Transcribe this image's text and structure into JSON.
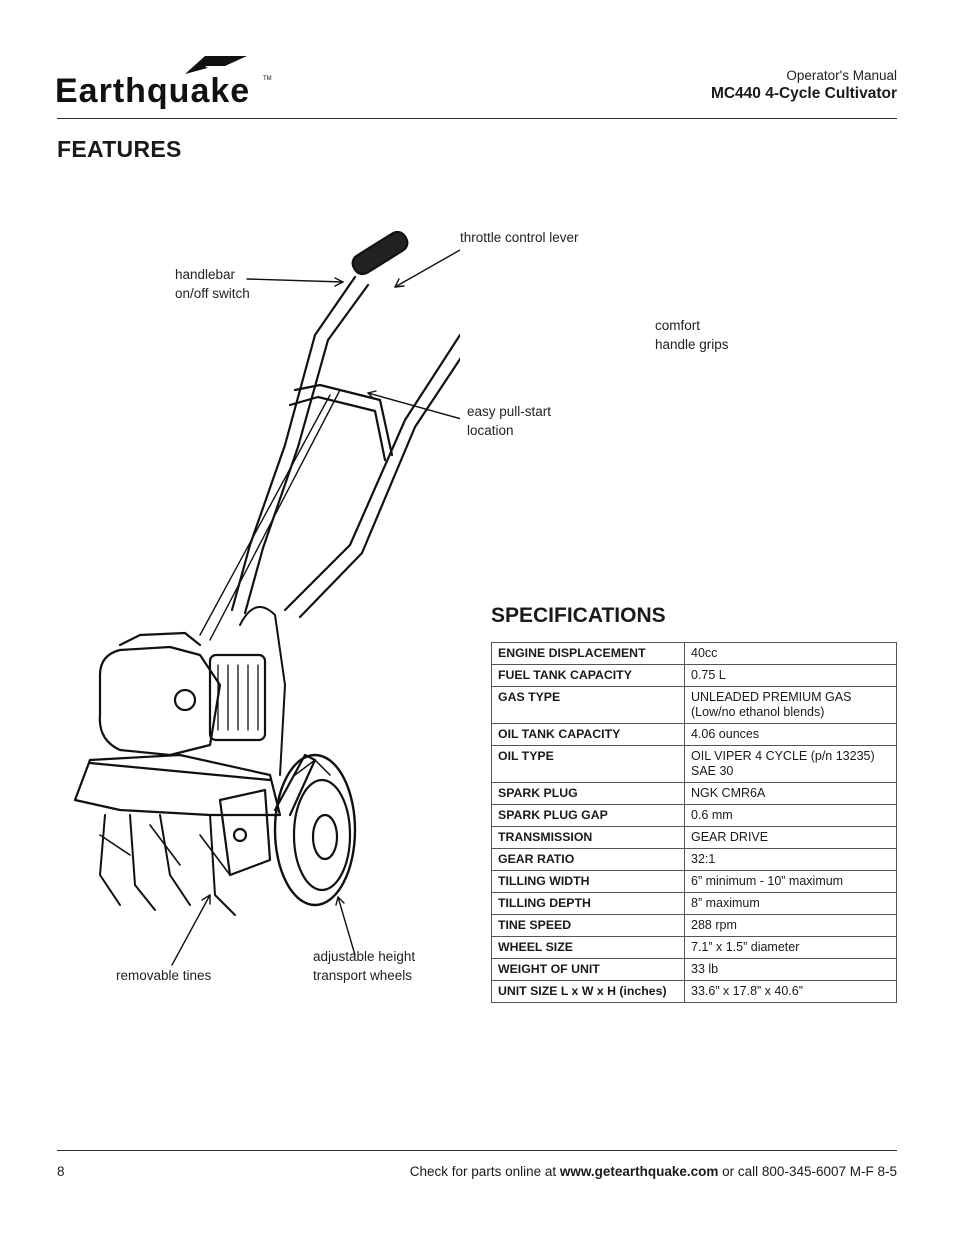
{
  "header": {
    "brand": "Earthquake",
    "trademark": "TM",
    "manual_label": "Operator's Manual",
    "product_title": "MC440 4-Cycle Cultivator"
  },
  "features": {
    "title": "FEATURES",
    "callouts": {
      "throttle": "throttle control lever",
      "handlebar_line1": "handlebar",
      "handlebar_line2": "on/off switch",
      "grips_line1": "comfort",
      "grips_line2": "handle grips",
      "pullstart_line1": "easy pull-start",
      "pullstart_line2": "location",
      "wheels_line1": "adjustable height",
      "wheels_line2": "transport wheels",
      "tines": "removable tines"
    }
  },
  "specifications": {
    "title": "SPECIFICATIONS",
    "rows": [
      {
        "k": "ENGINE DISPLACEMENT",
        "v1": "40cc",
        "v2": ""
      },
      {
        "k": "FUEL TANK CAPACITY",
        "v1": "0.75 L",
        "v2": ""
      },
      {
        "k": "GAS TYPE",
        "v1": "UNLEADED PREMIUM GAS",
        "v2": "(Low/no ethanol blends)"
      },
      {
        "k": "OIL TANK CAPACITY",
        "v1": "4.06 ounces",
        "v2": ""
      },
      {
        "k": "OIL TYPE",
        "v1": "OIL VIPER 4 CYCLE  (p/n 13235)",
        "v2": "SAE 30"
      },
      {
        "k": "SPARK PLUG",
        "v1": "NGK CMR6A",
        "v2": ""
      },
      {
        "k": "SPARK PLUG GAP",
        "v1": "0.6 mm",
        "v2": ""
      },
      {
        "k": "TRANSMISSION",
        "v1": "GEAR DRIVE",
        "v2": ""
      },
      {
        "k": "GEAR RATIO",
        "v1": "32:1",
        "v2": ""
      },
      {
        "k": "TILLING WIDTH",
        "v1": "6” minimum - 10” maximum",
        "v2": ""
      },
      {
        "k": "TILLING DEPTH",
        "v1": "8” maximum",
        "v2": ""
      },
      {
        "k": "TINE SPEED",
        "v1": "288 rpm",
        "v2": ""
      },
      {
        "k": "WHEEL SIZE",
        "v1": "7.1” x 1.5”  diameter",
        "v2": ""
      },
      {
        "k": "WEIGHT OF UNIT",
        "v1": "33 lb",
        "v2": ""
      },
      {
        "k": "UNIT SIZE L x W x H (inches)",
        "v1": "33.6” x 17.8” x 40.6”",
        "v2": ""
      }
    ]
  },
  "footer": {
    "page_number": "8",
    "text_before": "Check for parts online at ",
    "website": "www.getearthquake.com",
    "text_after": " or call 800-345-6007 M-F 8-5"
  }
}
